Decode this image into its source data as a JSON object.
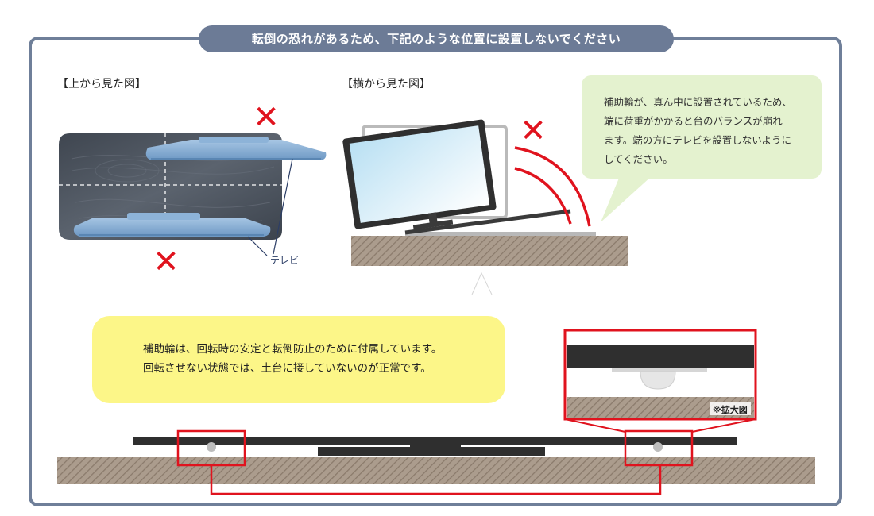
{
  "header": {
    "title": "転倒の恐れがあるため、下記のような位置に設置しないでください"
  },
  "top_view": {
    "label": "【上から見た図】",
    "tv_label": "テレビ",
    "mark": "✕"
  },
  "side_view": {
    "label": "【横から見た図】",
    "mark": "✕"
  },
  "side_note": {
    "lines": [
      "補助輪が、真ん中に設置されているため、",
      "端に荷重がかかると台のバランスが崩れ",
      "ます。端の方にテレビを設置しないように",
      "してください。"
    ]
  },
  "bottom_note": {
    "lines": [
      "補助輪は、回転時の安定と転倒防止のために付属しています。",
      "回転させない状態では、土台に接していないのが正常です。"
    ]
  },
  "zoom": {
    "label": "※拡大図"
  },
  "colors": {
    "frame": "#6f7f99",
    "title_bg": "#6c7b96",
    "red": "#e0131e",
    "green_note": "#e4f2cf",
    "yellow_note": "#fcf688",
    "board": "#ab9c8d",
    "tv_base": "#7fa8d2",
    "table_wood": "#4d5560"
  }
}
